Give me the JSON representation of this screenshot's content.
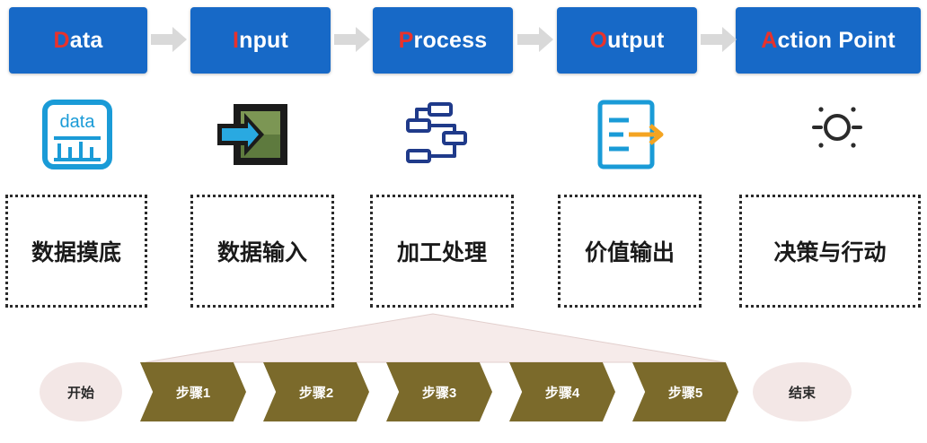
{
  "headers": [
    {
      "first": "D",
      "rest": "ata"
    },
    {
      "first": "I",
      "rest": "nput"
    },
    {
      "first": "P",
      "rest": "rocess"
    },
    {
      "first": "O",
      "rest": "utput"
    },
    {
      "first": "A",
      "rest": "ction Point"
    }
  ],
  "icons": [
    {
      "name": "data-chart-icon",
      "text": "data"
    },
    {
      "name": "input-arrow-icon"
    },
    {
      "name": "process-flow-icon"
    },
    {
      "name": "output-list-icon"
    },
    {
      "name": "sun-icon"
    }
  ],
  "stages": [
    "数据摸底",
    "数据输入",
    "加工处理",
    "价值输出",
    "决策与行动"
  ],
  "flow": {
    "start": "开始",
    "steps": [
      "步骤1",
      "步骤2",
      "步骤3",
      "步骤4",
      "步骤5"
    ],
    "end": "结束"
  },
  "colors": {
    "header_bg": "#1769c7",
    "header_accent": "#e8322c",
    "step_bg": "#7b6a2b",
    "oval_bg": "#f3e7e6"
  }
}
